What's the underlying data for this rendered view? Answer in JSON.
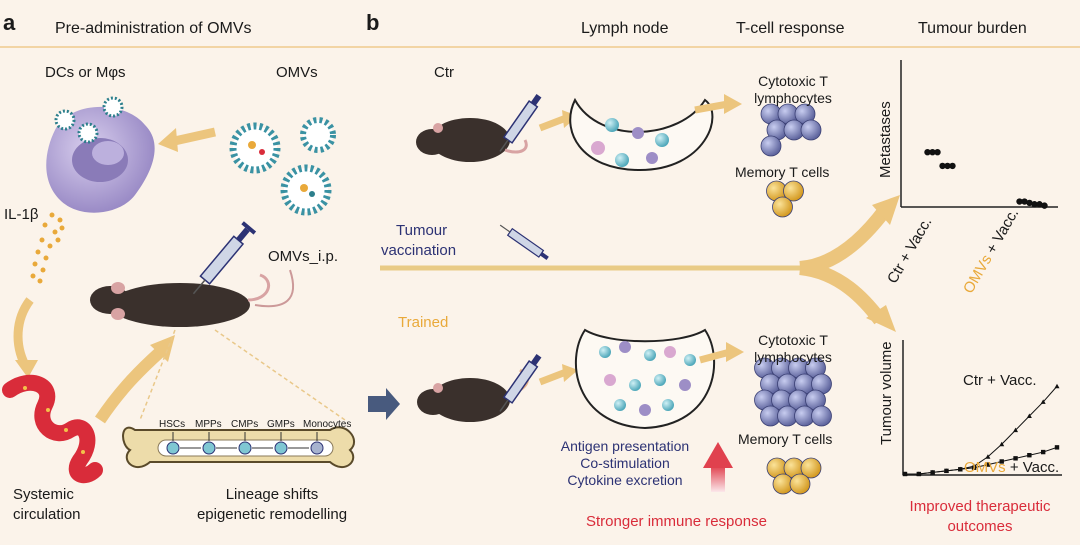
{
  "panels": {
    "a": {
      "letter": "a",
      "header": "Pre-administration of OMVs",
      "dcs_label": "DCs or Mφs",
      "omvs_label": "OMVs",
      "il_label": "IL-1β",
      "omvs_ip_label": "OMVs_i.p.",
      "systemic_line1": "Systemic",
      "systemic_line2": "circulation",
      "lineage_line1": "Lineage shifts",
      "lineage_line2": "epigenetic remodelling",
      "bone_cells": [
        "HSCs",
        "MPPs",
        "CMPs",
        "GMPs",
        "Monocytes"
      ]
    },
    "b": {
      "letter": "b",
      "col_lymph": "Lymph node",
      "col_tcell": "T-cell response",
      "col_tumour": "Tumour burden",
      "ctr_label": "Ctr",
      "vacc_line1": "Tumour",
      "vacc_line2": "vaccination",
      "trained_label": "Trained",
      "ctl_top_line1": "Cytotoxic T",
      "ctl_top_line2": "lymphocytes",
      "mem_top": "Memory T cells",
      "ctl_bot_line1": "Cytotoxic T",
      "ctl_bot_line2": "lymphocytes",
      "mem_bot": "Memory T cells",
      "mech_line1": "Antigen presentation",
      "mech_line2": "Co-stimulation",
      "mech_line3": "Cytokine excretion",
      "stronger": "Stronger immune response",
      "improved_line1": "Improved therapeutic",
      "improved_line2": "outcomes"
    }
  },
  "chart_data": [
    {
      "type": "scatter",
      "ylabel": "Metastases",
      "categories": [
        "Ctr + Vacc.",
        "OMVs + Vacc."
      ],
      "category_parts": [
        {
          "highlight": "",
          "rest": "Ctr + Vacc."
        },
        {
          "highlight": "OMVs",
          "rest": " + Vacc."
        }
      ],
      "series": [
        {
          "values": [
            4,
            4,
            4,
            3,
            3,
            3
          ]
        },
        {
          "values": [
            0.4,
            0.4,
            0.3,
            0.2,
            0.2,
            0.1
          ]
        }
      ]
    },
    {
      "type": "line",
      "ylabel": "Tumour volume",
      "series": [
        {
          "name": "Ctr + Vacc.",
          "name_highlight": "",
          "name_rest": "Ctr + Vacc.",
          "values": [
            0,
            0,
            0.1,
            0.2,
            0.3,
            0.5,
            1.1,
            1.9,
            2.8,
            3.7,
            4.6,
            5.6
          ]
        },
        {
          "name": "OMVs + Vacc.",
          "name_highlight": "OMVs",
          "name_rest": " + Vacc.",
          "values": [
            0,
            0,
            0.1,
            0.2,
            0.3,
            0.4,
            0.6,
            0.8,
            1.0,
            1.2,
            1.4,
            1.7
          ]
        }
      ]
    }
  ],
  "colors": {
    "navy": "#2c3274",
    "gold": "#e9a93a",
    "red": "#d92c3a",
    "purple": "#9d8ec6",
    "teal": "#5fb8c8",
    "mouse_dark": "#3a302c",
    "mouse_brown": "#7a4a30",
    "arrow_gold": "#ecc57d",
    "tcell": "#7b82b8",
    "memory": "#e8b43a"
  },
  "icons": [
    "syringe-icon",
    "mouse-icon",
    "macrophage-icon",
    "omv-icon",
    "bone-icon",
    "blood-vessel-icon",
    "lymph-node-icon",
    "up-arrow-icon",
    "right-arrow-icon"
  ]
}
